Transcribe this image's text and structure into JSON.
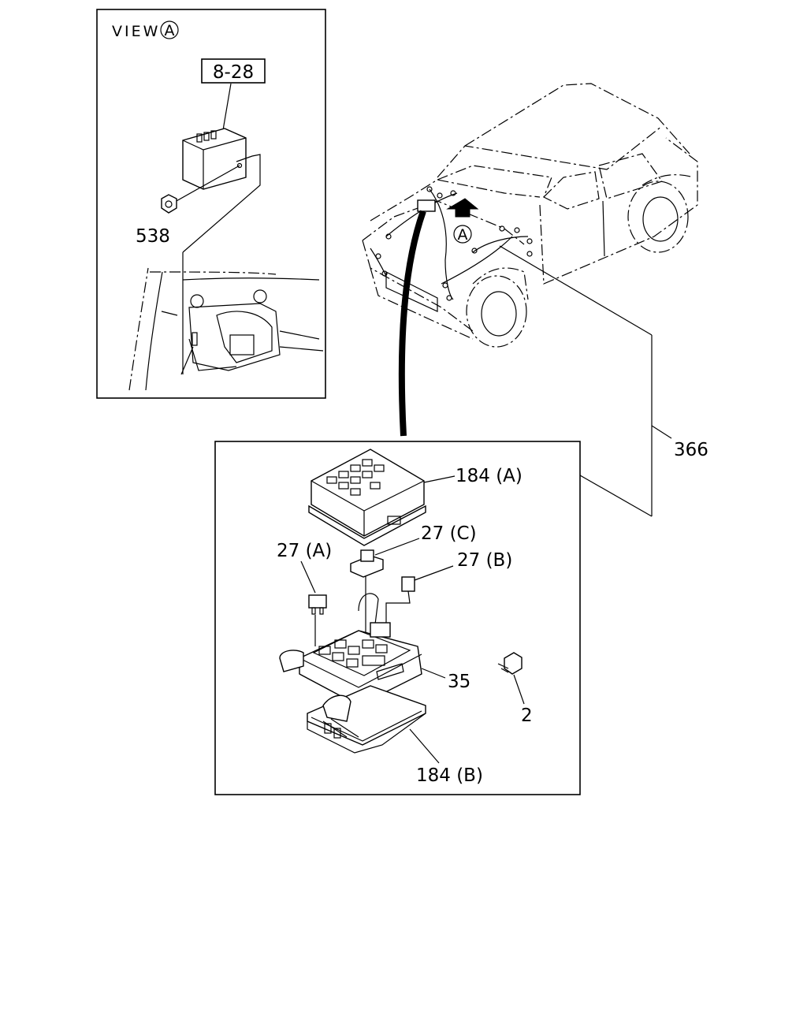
{
  "view_box": {
    "title": "VIEW",
    "title_marker": "A",
    "ref_code": "8-28",
    "part_538": "538"
  },
  "vehicle": {
    "view_marker": "A"
  },
  "fuse_box_detail": {
    "parts": {
      "p184a": "184 (A)",
      "p27c": "27 (C)",
      "p27a": "27 (A)",
      "p27b": "27 (B)",
      "p35": "35",
      "p2": "2",
      "p184b": "184 (B)"
    }
  },
  "harness": {
    "part_366": "366"
  }
}
